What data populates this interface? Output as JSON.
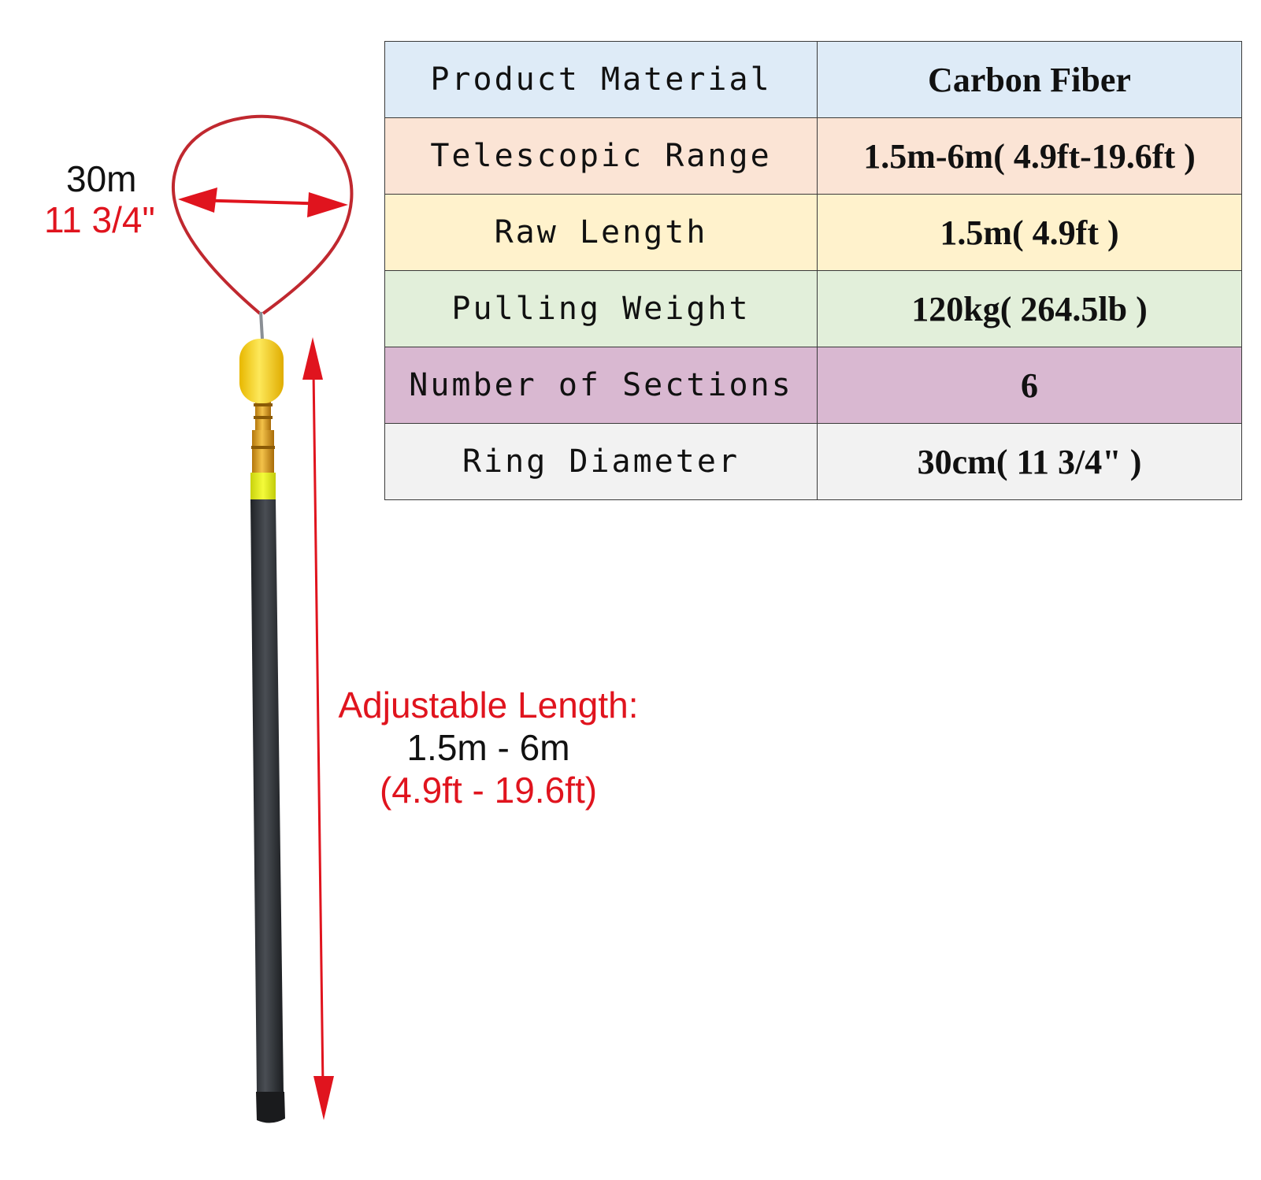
{
  "colors": {
    "accent_red": "#e0141e",
    "text_dark": "#111111",
    "ring_wire": "#c0282f",
    "pole_dark": "#2f3236",
    "float_yellow": "#f4d21c",
    "tip_gold": "#d99a1a",
    "band_lime": "#e9f21f"
  },
  "ring_dimension": {
    "metric": "30m",
    "imperial": "11 3/4\""
  },
  "adjustable_length": {
    "title": "Adjustable Length:",
    "metric": "1.5m - 6m",
    "imperial": "(4.9ft - 19.6ft)"
  },
  "spec_table": {
    "rows": [
      {
        "label": "Product Material",
        "value": "Carbon Fiber",
        "bg": "#deebf7"
      },
      {
        "label": "Telescopic Range",
        "value": "1.5m-6m( 4.9ft-19.6ft )",
        "bg": "#fbe4d5"
      },
      {
        "label": "Raw Length",
        "value": "1.5m( 4.9ft )",
        "bg": "#fff2cc"
      },
      {
        "label": "Pulling Weight",
        "value": "120kg( 264.5lb )",
        "bg": "#e2efda"
      },
      {
        "label": "Number of Sections",
        "value": "6",
        "bg": "#d9b8d1"
      },
      {
        "label": "Ring Diameter",
        "value": "30cm( 11 3/4\" )",
        "bg": "#f2f2f2"
      }
    ]
  }
}
